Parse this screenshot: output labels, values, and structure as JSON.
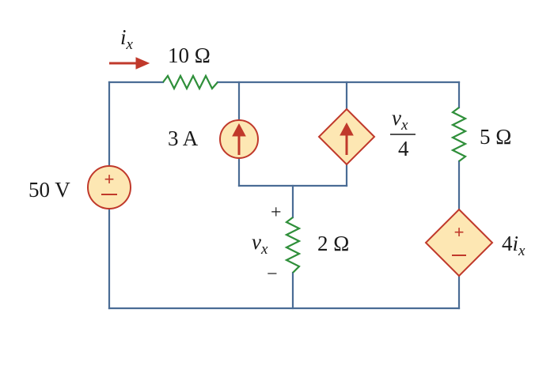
{
  "labels": {
    "current_ix_i": "i",
    "current_ix_sub": "x",
    "r_10": "10 Ω",
    "r_5": "5 Ω",
    "r_2": "2 Ω",
    "cs_3a": "3 A",
    "v_50": "50 V",
    "vx_over_4_num_v": "v",
    "vx_over_4_num_sub": "x",
    "vx_over_4_den": "4",
    "vx_v": "v",
    "vx_sub": "x",
    "vx_plus": "+",
    "vx_minus": "−",
    "dep_v_coef": "4",
    "dep_v_i": "i",
    "dep_v_sub": "x",
    "src_plus": "+",
    "src_minus": "−"
  },
  "colors": {
    "wire": "#4a6c95",
    "resistor": "#2f8f3a",
    "source_fill": "#fde7b3",
    "source_stroke": "#c0392b",
    "arrow": "#c0392b"
  }
}
